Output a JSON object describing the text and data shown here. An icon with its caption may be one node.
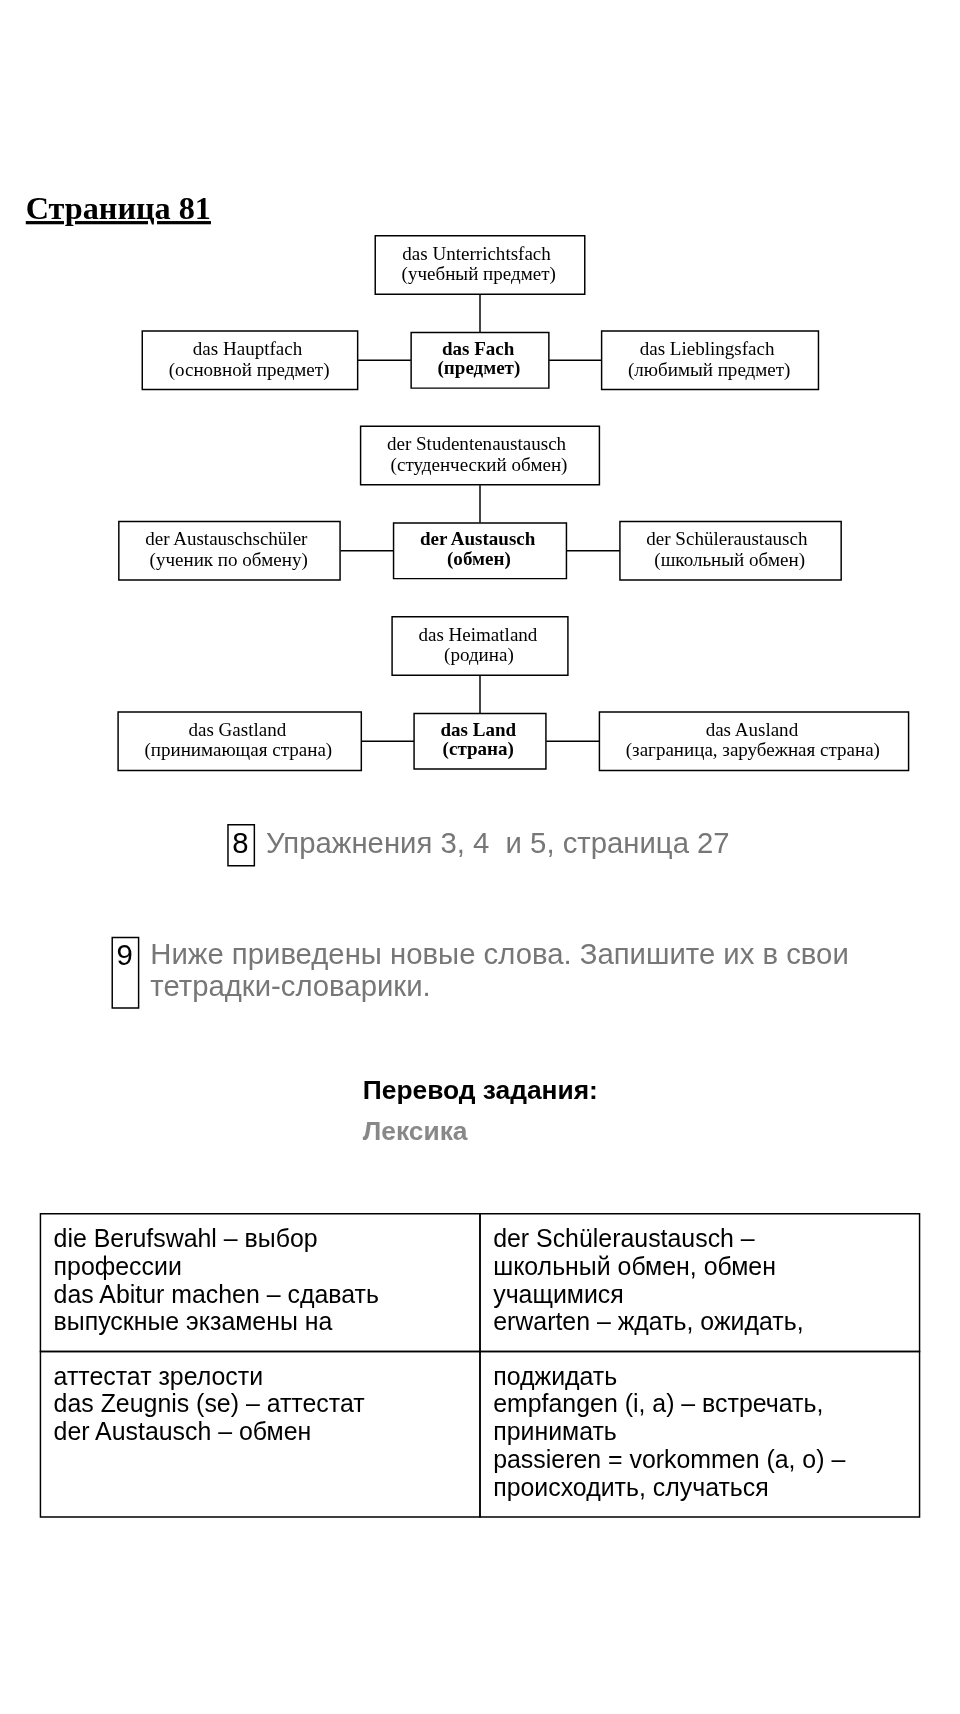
{
  "diagram": {
    "title": "Страница 81",
    "nodes": [
      {
        "text": [
          "das Unterrichtsfach",
          "(учебный предмет)"
        ]
      },
      {
        "text": [
          "das Hauptfach",
          "(основной предмет)"
        ]
      },
      {
        "text": [
          "das Fach",
          "(предмет)"
        ]
      },
      {
        "text": [
          "das Lieblingsfach",
          "(любимый предмет)"
        ]
      },
      {
        "text": [
          "der Studentenaustausch",
          "(студенческий обмен)"
        ]
      },
      {
        "text": [
          "der Austauschschüler",
          "(ученик по обмену)"
        ]
      },
      {
        "text": [
          "der Austausch",
          "(обмен)"
        ]
      },
      {
        "text": [
          "der Schüleraustausch",
          "(школьный обмен)"
        ]
      },
      {
        "text": [
          "das Heimatland",
          "(родина)"
        ]
      },
      {
        "text": [
          "das Gastland",
          "(принимающая страна)"
        ]
      },
      {
        "text": [
          "das Land",
          "(страна)"
        ]
      },
      {
        "text": [
          "das Ausland",
          "(заграница, зарубежная страна)"
        ]
      }
    ],
    "edges": [
      {
        "from": 0,
        "to": 2,
        "arrow": "none"
      },
      {
        "from": 1,
        "to": 2,
        "arrow": "none"
      },
      {
        "from": 2,
        "to": 3,
        "arrow": "none"
      },
      {
        "from": 4,
        "to": 6,
        "arrow": "none"
      },
      {
        "from": 5,
        "to": 6,
        "arrow": "none"
      },
      {
        "from": 6,
        "to": 7,
        "arrow": "none"
      },
      {
        "from": 8,
        "to": 10,
        "arrow": "none"
      },
      {
        "from": 9,
        "to": 10,
        "arrow": "none"
      },
      {
        "from": 10,
        "to": 11,
        "arrow": "none"
      }
    ],
    "labels": [
      "8",
      "Упражнения 3, 4  и 5, страница 27",
      "9",
      "Ниже приведены новые слова. Запишите их в свои тетрадки-словарики.",
      "Перевод задания:",
      "Лексика",
      "die Berufswahl – выбор профессии",
      "das Abitur machen – сдавать выпускные экзамены на",
      "der Schüleraustausch – школьный обмен, обмен учащимися",
      "erwarten – ждать, ожидать,",
      "аттестат зрелости",
      "das Zeugnis (se) – аттестат",
      "der Austausch – обмен",
      "поджидать",
      "empfangen (i, a) – встречать, принимать",
      "passieren = vorkommen (a, o) – происходить, случаться"
    ]
  }
}
